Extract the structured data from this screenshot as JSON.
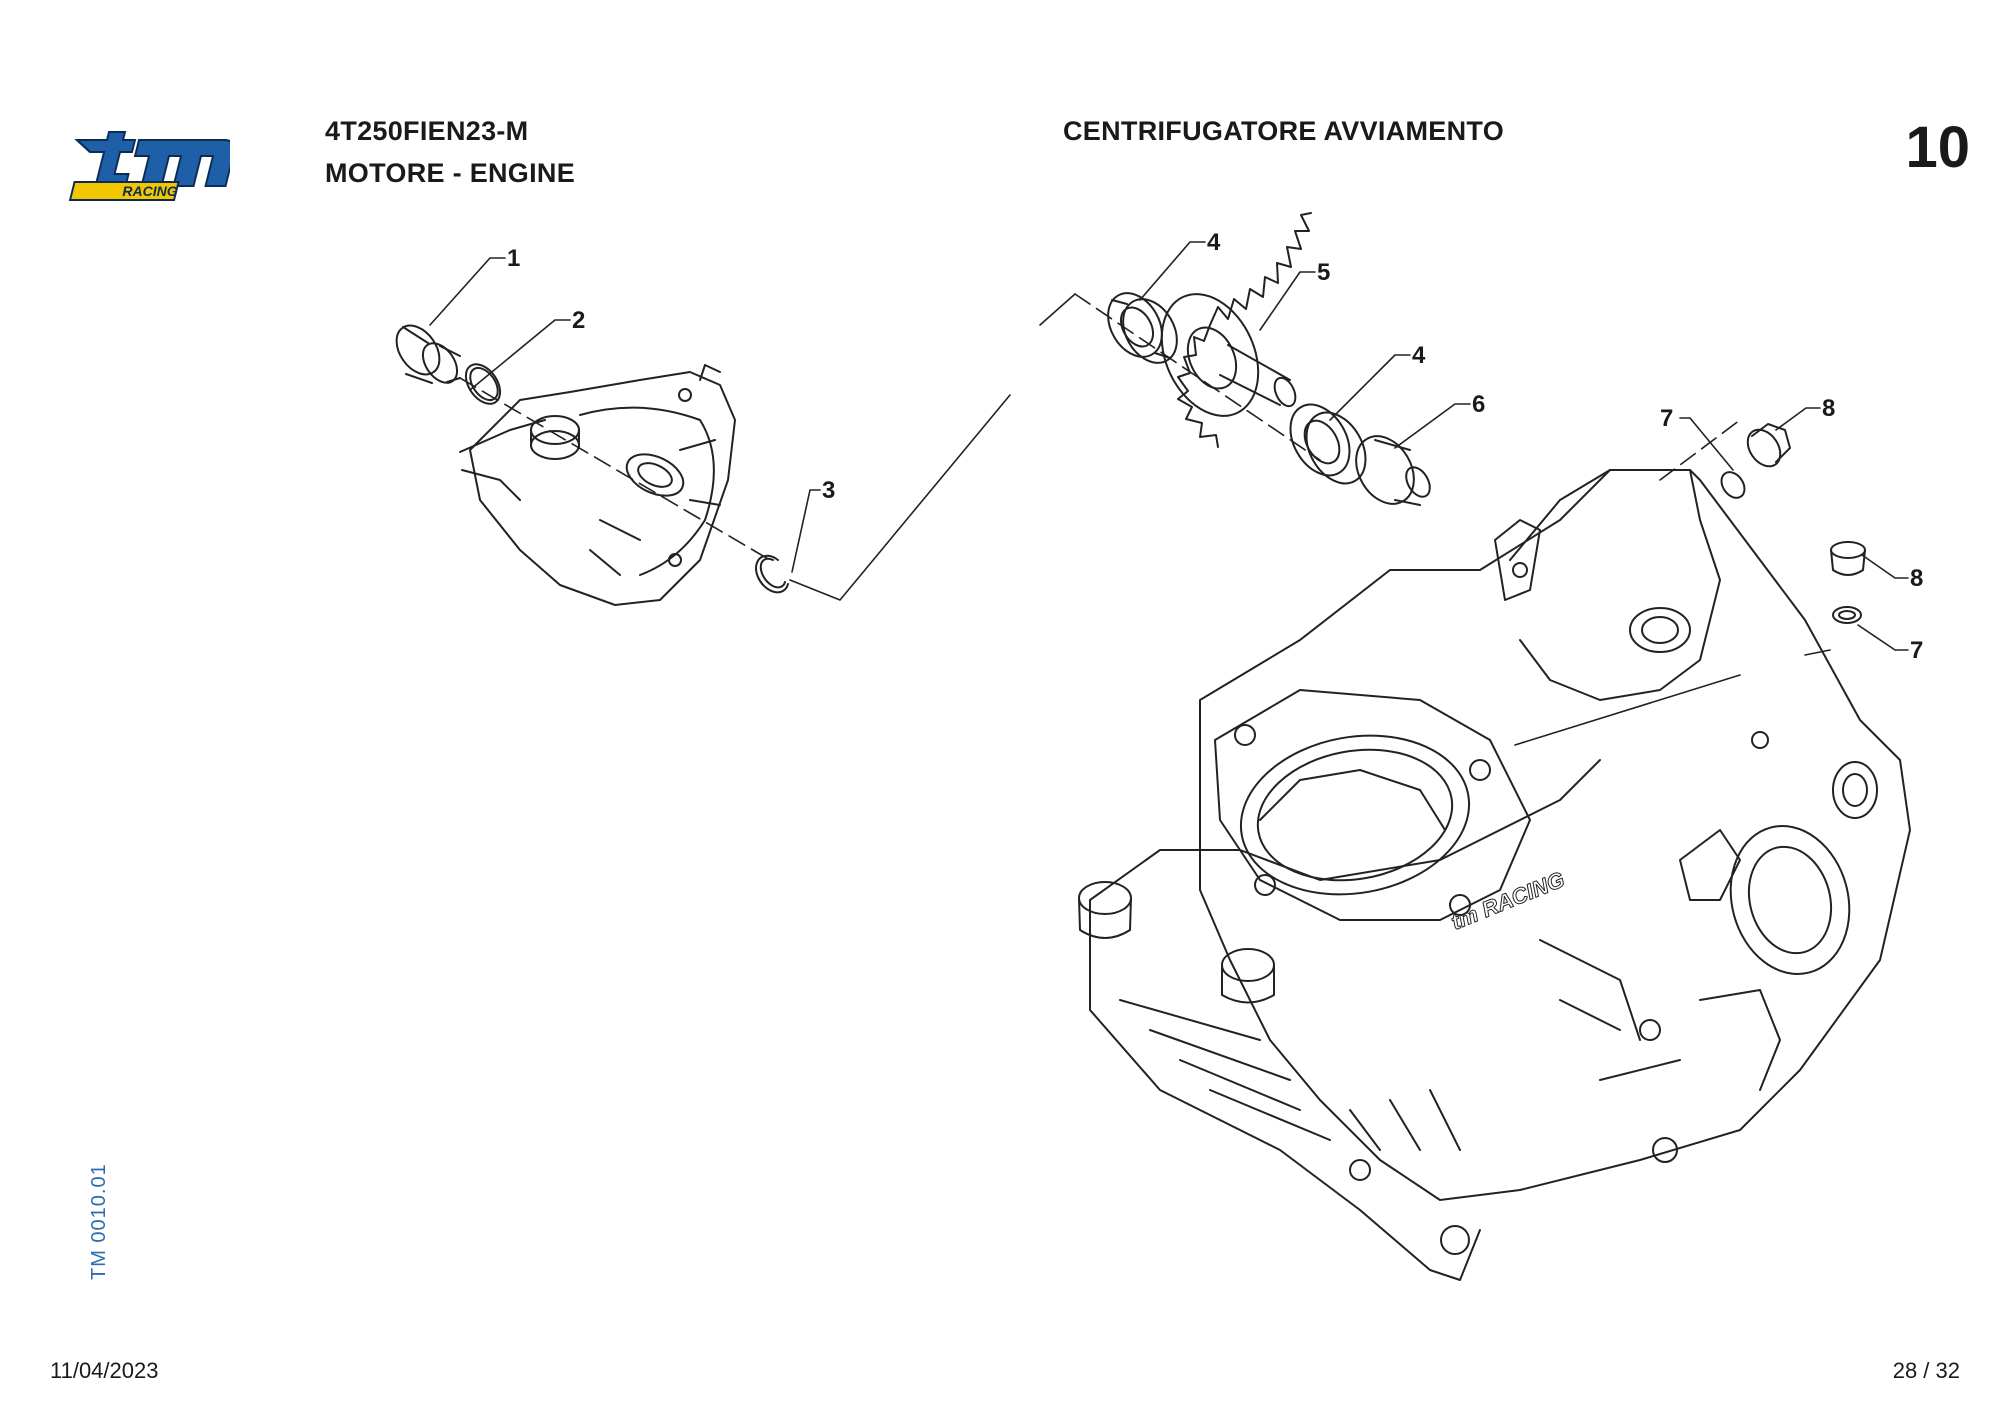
{
  "header": {
    "model_code": "4T250FIEN23-M",
    "group": "MOTORE - ENGINE",
    "section_title": "CENTRIFUGATORE AVVIAMENTO",
    "section_number": "10"
  },
  "logo": {
    "brand": "tm",
    "sub": "RACING",
    "color": "#1f5fa8",
    "accent": "#f2c700"
  },
  "diagram": {
    "callouts": [
      "1",
      "2",
      "3",
      "4",
      "5",
      "4",
      "6",
      "7",
      "8",
      "8",
      "7"
    ],
    "crankcase_logo_text": "tm RACING"
  },
  "footer": {
    "doc_code": "TM 0010.01",
    "date": "11/04/2023",
    "page": "28 / 32"
  }
}
